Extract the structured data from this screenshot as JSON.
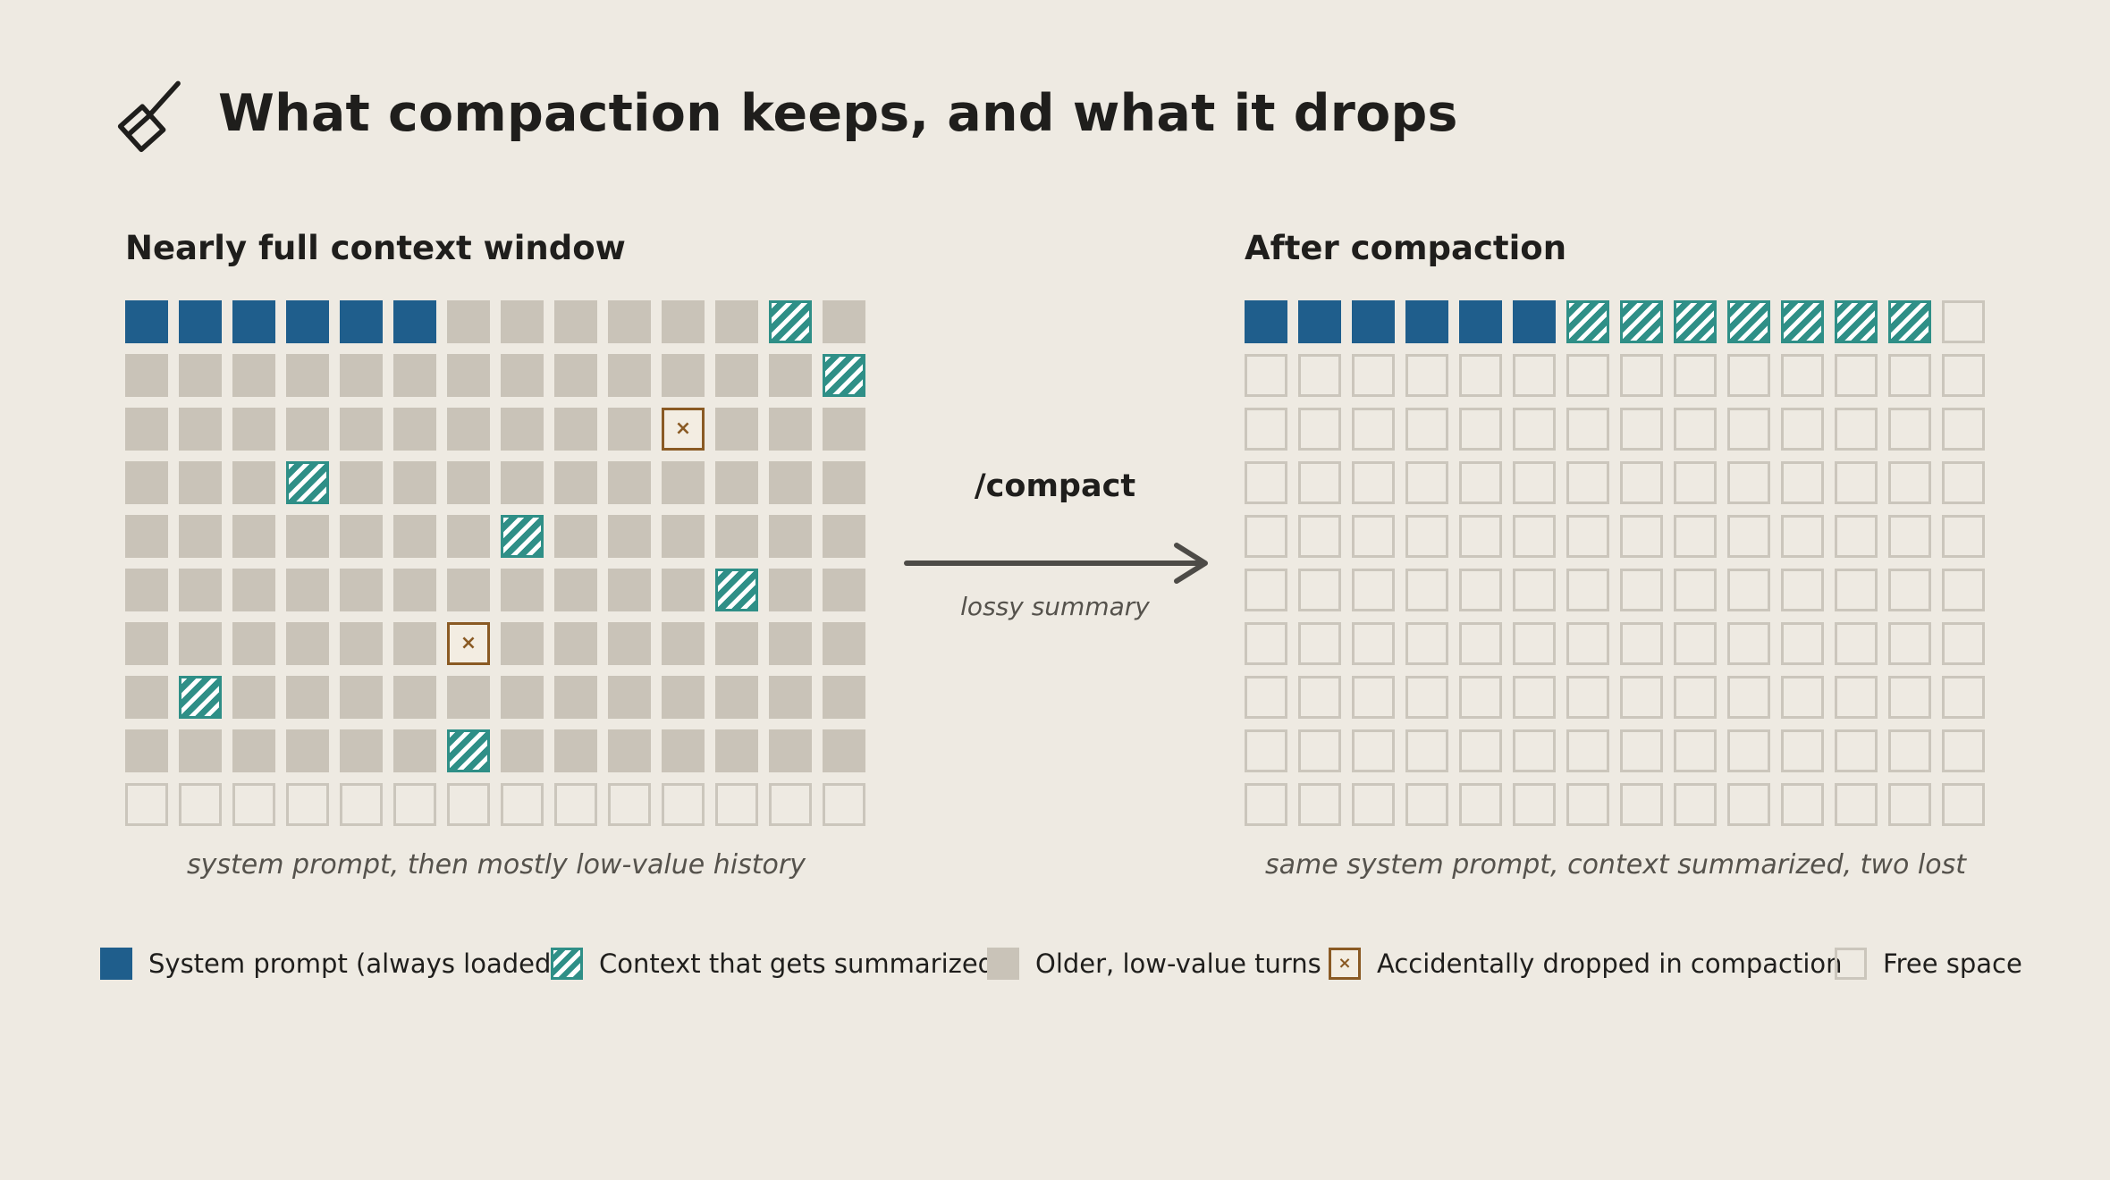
{
  "title": "What compaction keeps, and what it drops",
  "icon": "broom-icon",
  "colors": {
    "background": "#eeeae2",
    "system": "#1f5e8c",
    "summarized": "#2f8f87",
    "old": "#c9c3b8",
    "dropped": "#8a5a24",
    "free": "#cbc6bc"
  },
  "left_panel": {
    "title": "Nearly full context window",
    "caption": "system prompt, then mostly low-value history",
    "grid_rows": [
      "SSSSSSOOOOOOTO",
      "OOOOOOOOOOOOOT",
      "OOOOOOOOOOXOOO",
      "OOOTOOOOOOOOOO",
      "OOOOOOOTOOOOOO",
      "OOOOOOOOOOOTOO",
      "OOOOOOXOOOOOOO",
      "OTOOOOOOOOOOOO",
      "OOOOOOTOOOOOOO",
      "FFFFFFFFFFFFFF"
    ]
  },
  "right_panel": {
    "title": "After compaction",
    "caption": "same system prompt, context summarized, two lost",
    "grid_rows": [
      "SSSSSSTTTTTTTF",
      "FFFFFFFFFFFFFF",
      "FFFFFFFFFFFFFF",
      "FFFFFFFFFFFFFF",
      "FFFFFFFFFFFFFF",
      "FFFFFFFFFFFFFF",
      "FFFFFFFFFFFFFF",
      "FFFFFFFFFFFFFF",
      "FFFFFFFFFFFFFF",
      "FFFFFFFFFFFFFF"
    ]
  },
  "transition": {
    "command": "/compact",
    "caption": "lossy summary"
  },
  "dropped_mark": "×",
  "legend": [
    {
      "type": "system",
      "label": "System prompt (always loaded)"
    },
    {
      "type": "summ",
      "label": "Context that gets summarized"
    },
    {
      "type": "old",
      "label": "Older, low-value turns"
    },
    {
      "type": "dropped",
      "label": "Accidentally dropped in compaction"
    },
    {
      "type": "free",
      "label": "Free space"
    }
  ]
}
